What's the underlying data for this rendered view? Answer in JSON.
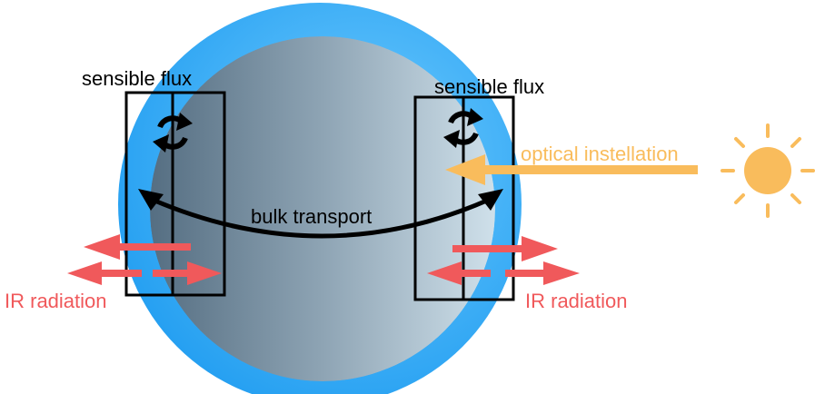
{
  "labels": {
    "sensible_flux_left": "sensible flux",
    "sensible_flux_right": "sensible flux",
    "bulk_transport": "bulk transport",
    "optical_instellation": "optical instellation",
    "ir_radiation_left": "IR radiation",
    "ir_radiation_right": "IR radiation"
  },
  "colors": {
    "atmosphere": "#33aaf8",
    "planet_dark": "#556e82",
    "planet_light": "#c9dbe6",
    "ir_arrow": "#f0595b",
    "optical_arrow": "#f9bc5c",
    "sun": "#f9bc5c",
    "outline": "#000000"
  },
  "icons": {
    "sun": "sun-icon",
    "circulation": "circulation-icon"
  }
}
